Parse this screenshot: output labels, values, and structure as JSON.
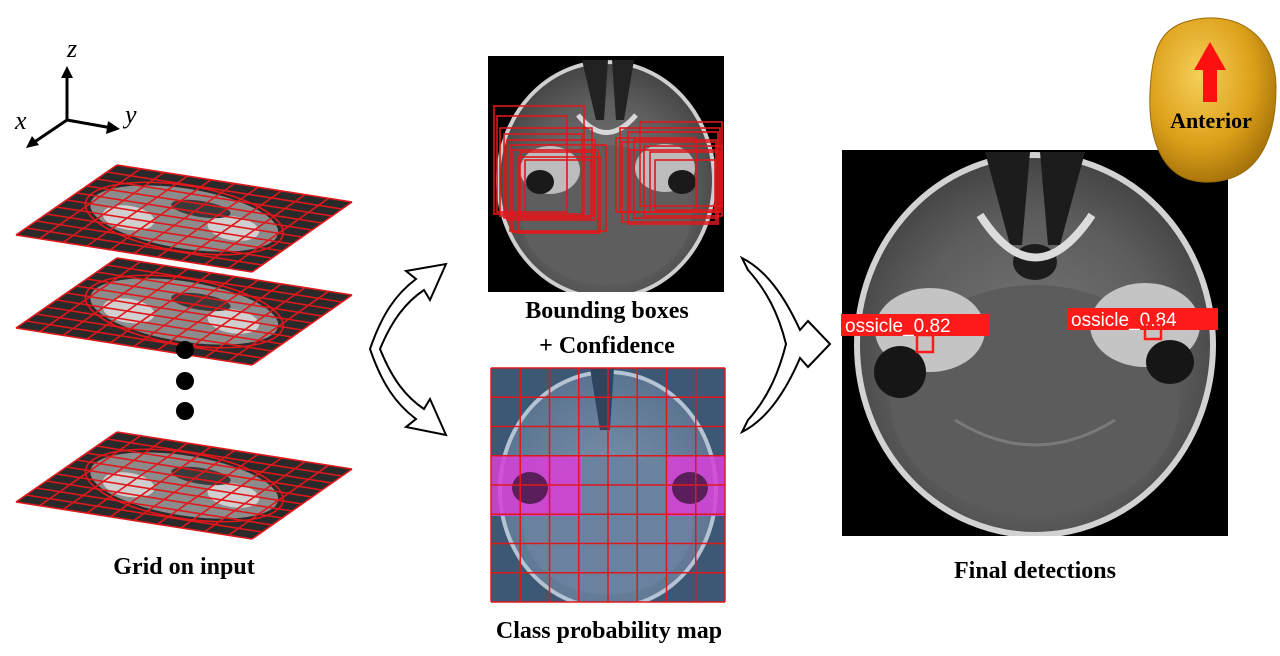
{
  "axes": {
    "z": "z",
    "x": "x",
    "y": "y"
  },
  "captions": {
    "grid_on_input": "Grid on input",
    "bounding_boxes_line1": "Bounding boxes",
    "bounding_boxes_line2": "+ Confidence",
    "class_probability_map": "Class probability map",
    "final_detections": "Final detections"
  },
  "orientation": {
    "label": "Anterior"
  },
  "detections": [
    {
      "label": "ossicle_0.82"
    },
    {
      "label": "ossicle_0.84"
    }
  ],
  "colors": {
    "grid_red": "#e0181c",
    "detection_red": "#ff1a1a",
    "skull_gold": "#e0a51c",
    "highlight_magenta": "#e040e0",
    "map_blue": "#3f5a78"
  }
}
